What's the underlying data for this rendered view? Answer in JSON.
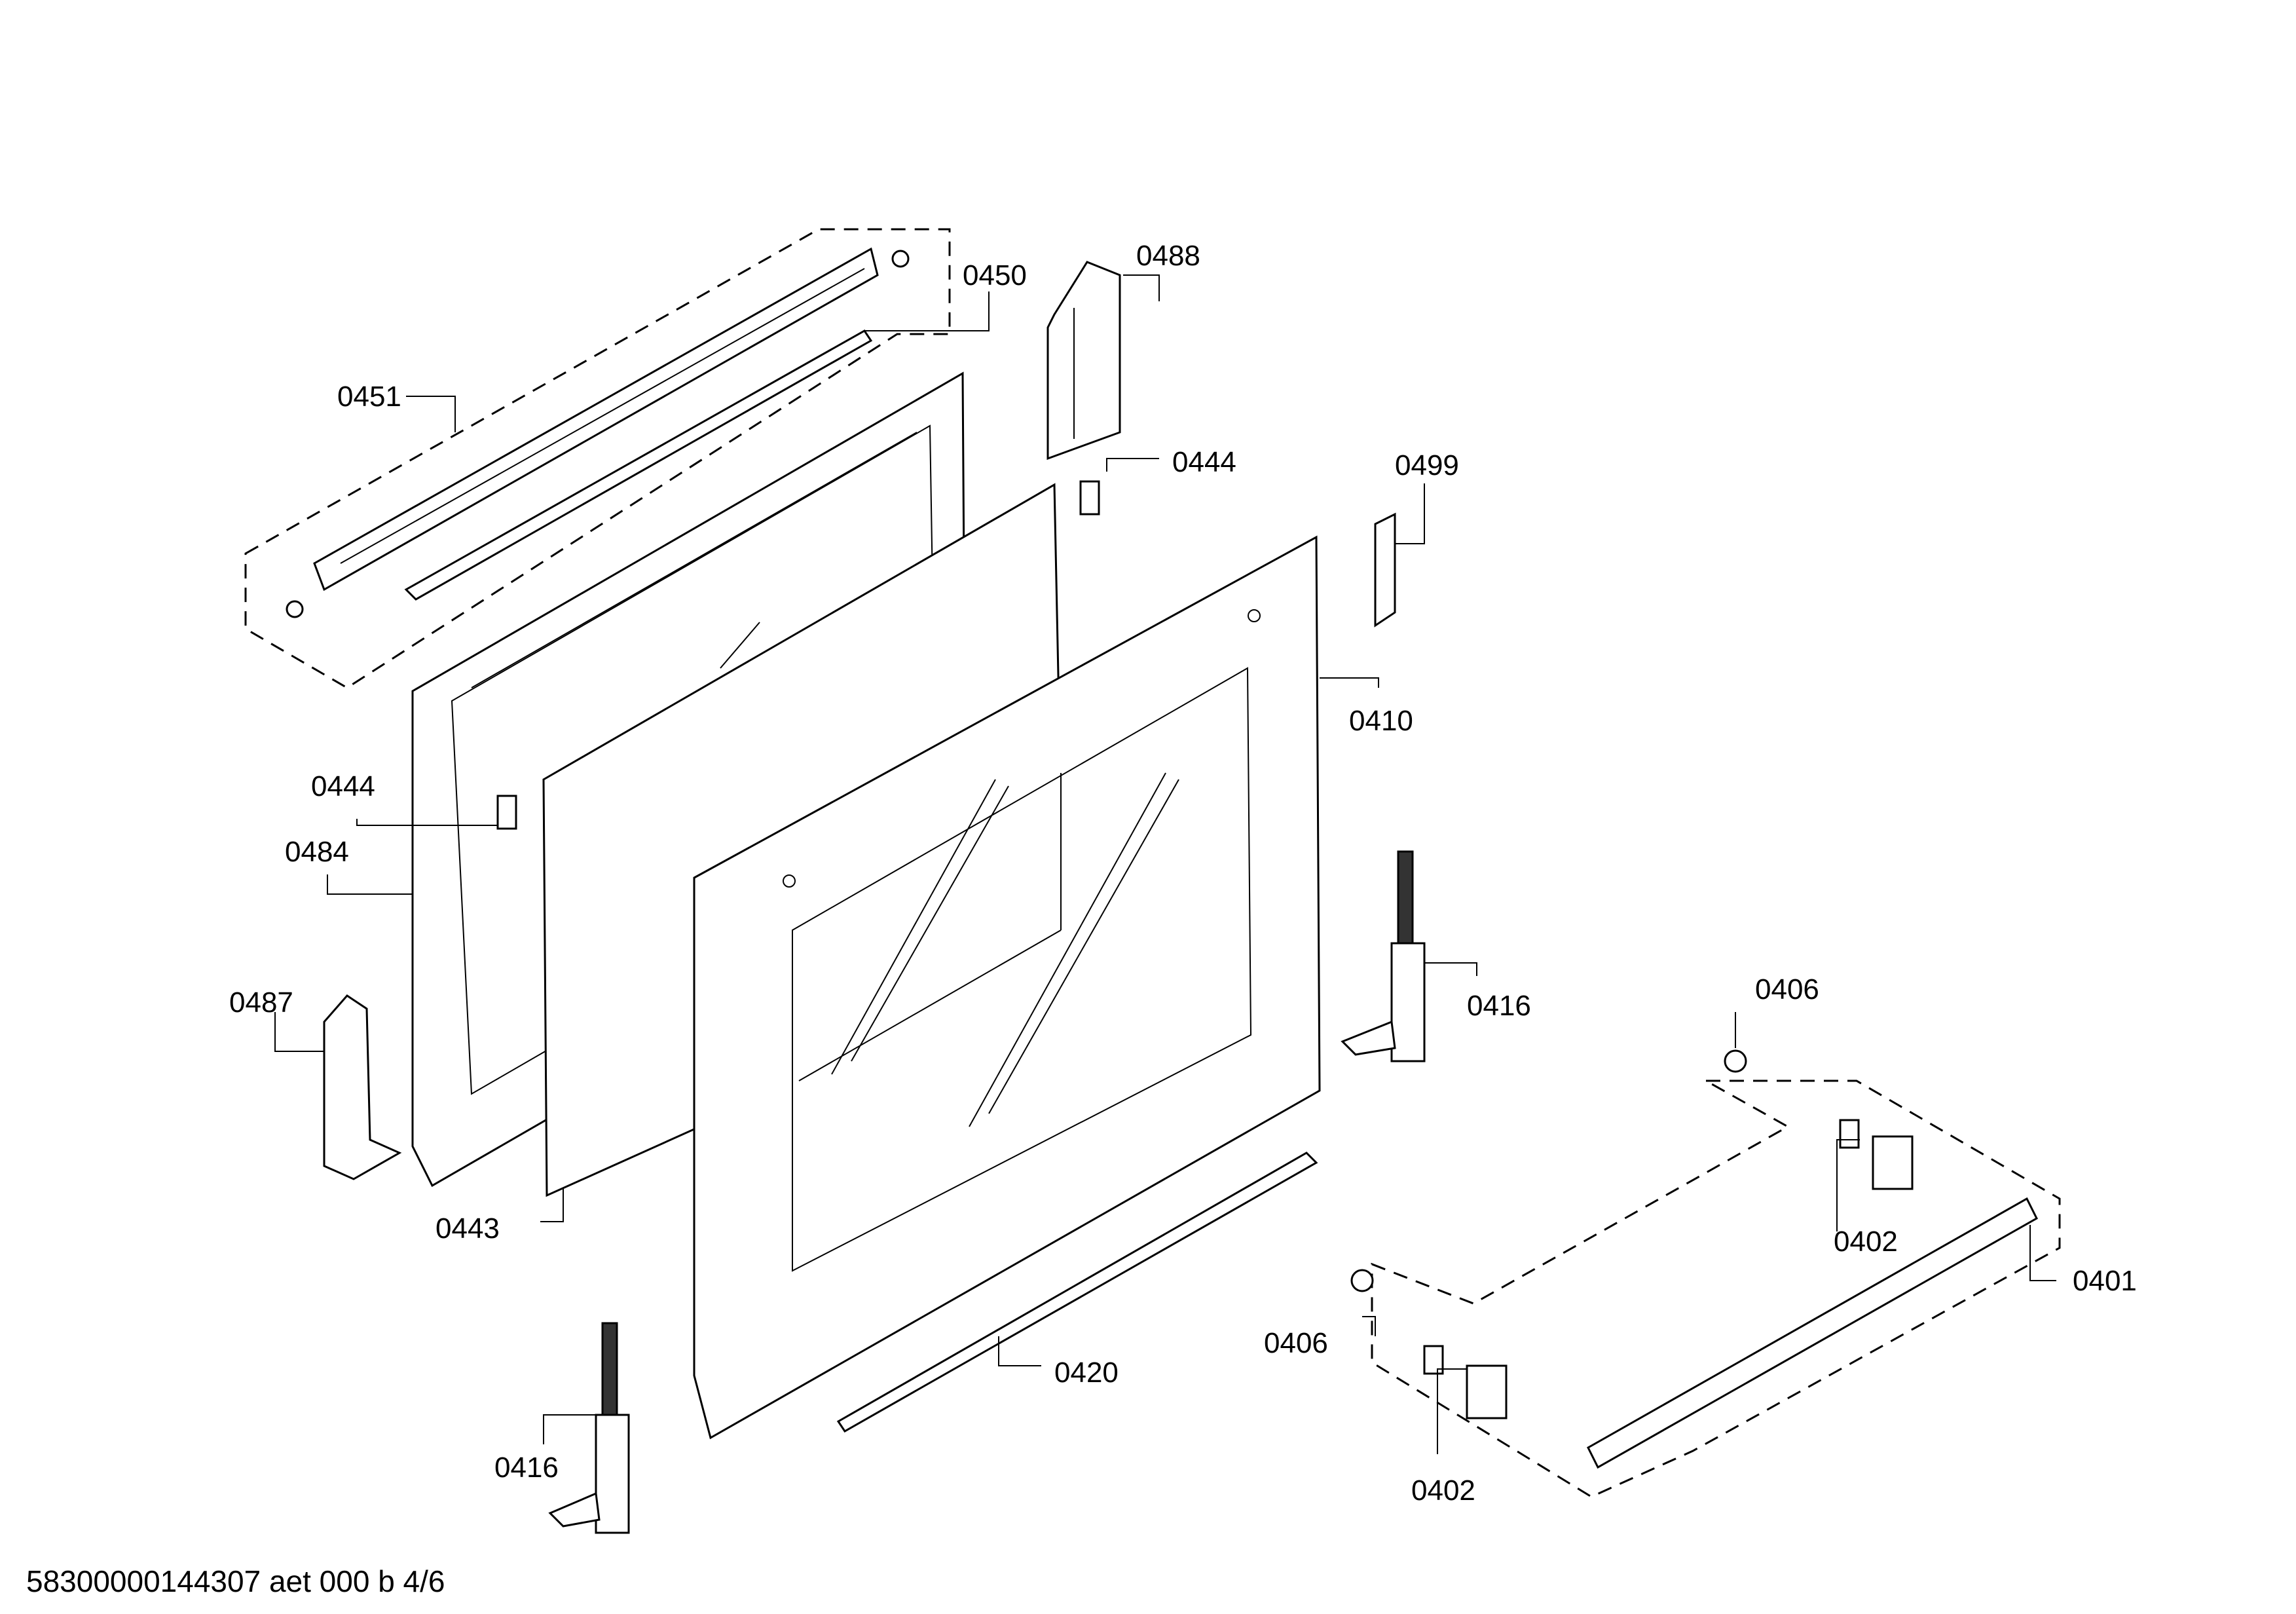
{
  "callouts": {
    "c0451": "0451",
    "c0450": "0450",
    "c0488": "0488",
    "c0444a": "0444",
    "c0499": "0499",
    "c0410": "0410",
    "c0444b": "0444",
    "c0484": "0484",
    "c0487": "0487",
    "c0443": "0443",
    "c0416a": "0416",
    "c0416b": "0416",
    "c0420": "0420",
    "c0406a": "0406",
    "c0406b": "0406",
    "c0402a": "0402",
    "c0402b": "0402",
    "c0401": "0401"
  },
  "footer": {
    "code": "58300000144307 aet 000 b 4/6"
  }
}
